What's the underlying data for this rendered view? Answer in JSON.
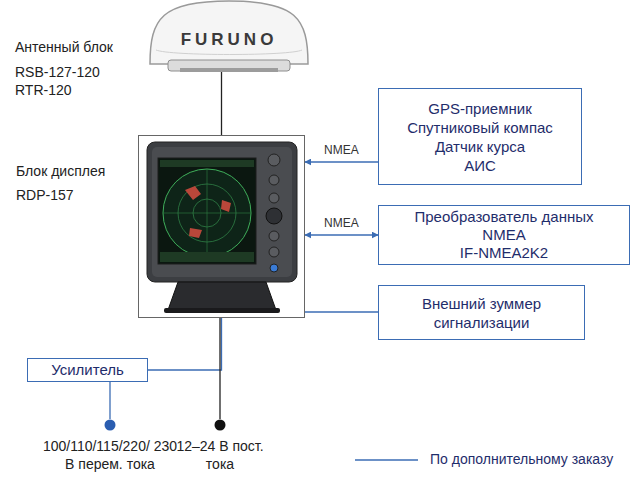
{
  "diagram": {
    "nodes": [
      {
        "text": [
          "Антенный блок",
          "RSB-127-120 RTR-120"
        ]
      },
      {
        "text": [
          "Блок дисплея",
          "RDP-157"
        ]
      },
      {
        "text": [
          "GPS-приемник",
          "Спутниковый компас",
          "Датчик курса",
          "АИС"
        ]
      },
      {
        "text": [
          "Преобразователь данных",
          "NMEA",
          "IF-NMEA2K2"
        ]
      },
      {
        "text": [
          "Внешний зуммер сигнализации"
        ]
      },
      {
        "text": [
          "Усилитель"
        ]
      },
      {
        "text": [
          "100/110/115/220/ 230 В перем. тока"
        ]
      },
      {
        "text": [
          "12–24 В пост. тока"
        ]
      }
    ],
    "edges": [
      {
        "from": 0,
        "to": 1,
        "arrow": "none"
      },
      {
        "from": 2,
        "to": 1,
        "label": "NMEA",
        "arrow": "to"
      },
      {
        "from": 1,
        "to": 3,
        "label": "NMEA",
        "arrow": "both"
      },
      {
        "from": 1,
        "to": 4,
        "arrow": "none"
      },
      {
        "from": 5,
        "to": 6,
        "arrow": "none"
      },
      {
        "from": 5,
        "to": 1,
        "arrow": "none"
      },
      {
        "from": 1,
        "to": 7,
        "arrow": "none"
      }
    ],
    "labels": [
      "FURUNO"
    ],
    "legend": [
      {
        "text": "По дополнительному заказу"
      }
    ]
  }
}
